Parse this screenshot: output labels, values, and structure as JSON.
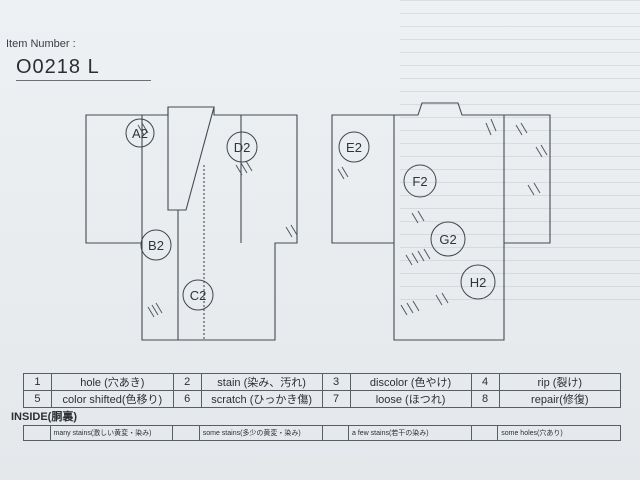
{
  "header": {
    "item_label": "Item Number :",
    "item_number": "O0218  L"
  },
  "markers": [
    "A2",
    "B2",
    "C2",
    "D2",
    "E2",
    "F2",
    "G2",
    "H2"
  ],
  "legend": [
    {
      "num": "1",
      "text": "hole (穴あき)"
    },
    {
      "num": "2",
      "text": "stain (染み、汚れ)"
    },
    {
      "num": "3",
      "text": "discolor (色やけ)"
    },
    {
      "num": "4",
      "text": "rip (裂け)"
    },
    {
      "num": "5",
      "text": "color shifted(色移り)"
    },
    {
      "num": "6",
      "text": "scratch (ひっかき傷)"
    },
    {
      "num": "7",
      "text": "loose (ほつれ)"
    },
    {
      "num": "8",
      "text": "repair(修復)"
    }
  ],
  "inside": {
    "title": "INSIDE(胴裏)",
    "cells": [
      "many stains(激しい黄変・染み)",
      "some stains(多少の黄変・染み)",
      "a few stains(若干の染み)",
      "some holes(穴あり)"
    ]
  }
}
